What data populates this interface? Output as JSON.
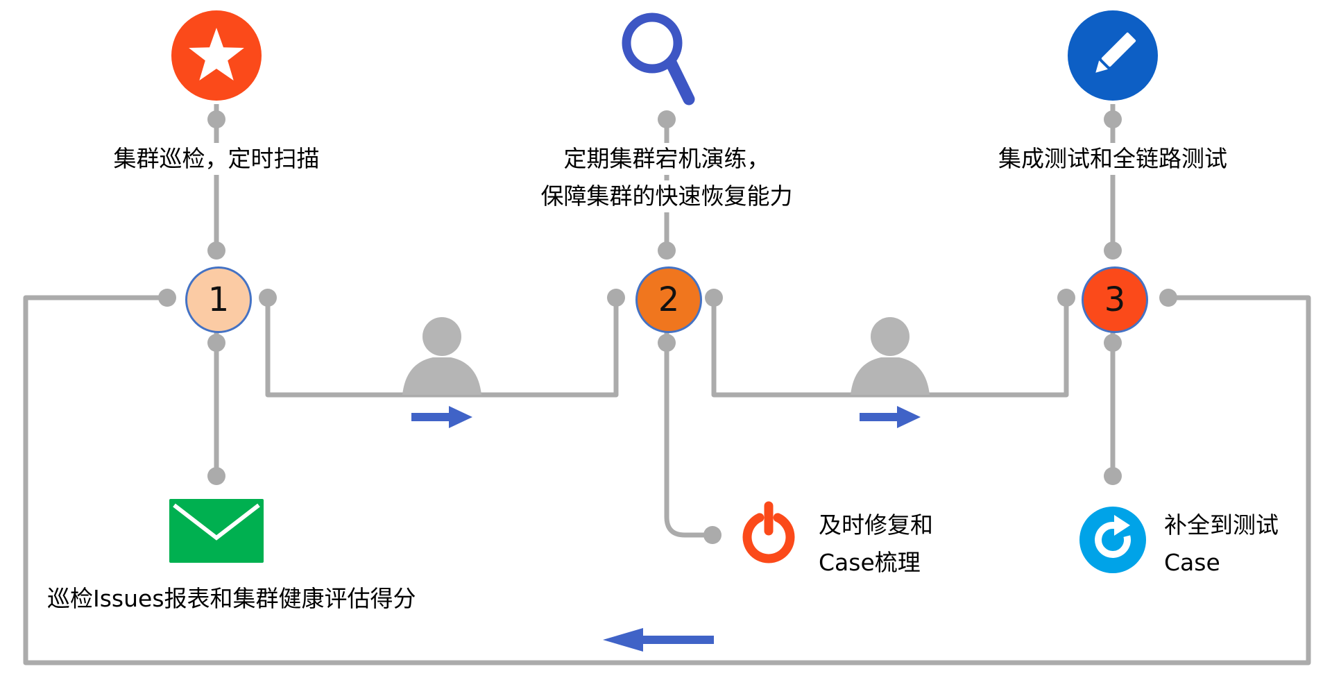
{
  "diagram_title": "cluster-operations-cycle",
  "colors": {
    "orange_red": "#FB4A1A",
    "royal_blue": "#4063C7",
    "magnifier_blue": "#3D56C4",
    "pencil_circle_blue": "#0D5FC5",
    "envelope_green": "#00B050",
    "refresh_cyan": "#00A3E8",
    "connector_gray": "#ABABAB",
    "person_gray": "#B5B5B5",
    "node1_fill": "#FBCBA4",
    "node2_fill": "#F0761E",
    "node3_fill": "#FB4A1A",
    "node_border": "#4472C4",
    "text": "#000000"
  },
  "steps": [
    {
      "number": "1",
      "icon": "star-icon",
      "top_label": "集群巡检，定时扫描",
      "output_icon": "envelope-icon",
      "output_label": "巡检Issues报表和集群健康评估得分"
    },
    {
      "number": "2",
      "icon": "magnifier-icon",
      "top_label_line1": "定期集群宕机演练，",
      "top_label_line2": "保障集群的快速恢复能力",
      "output_icon": "power-icon",
      "output_label_line1": "及时修复和",
      "output_label_line2": "Case梳理"
    },
    {
      "number": "3",
      "icon": "pencil-icon",
      "top_label": "集成测试和全链路测试",
      "output_icon": "refresh-icon",
      "output_label_line1": "补全到测试",
      "output_label_line2": "Case"
    }
  ],
  "decorations": {
    "between_steps_icon": "person-silhouette-icon",
    "forward_icon": "arrow-right-icon",
    "loop_back_icon": "arrow-left-icon"
  }
}
